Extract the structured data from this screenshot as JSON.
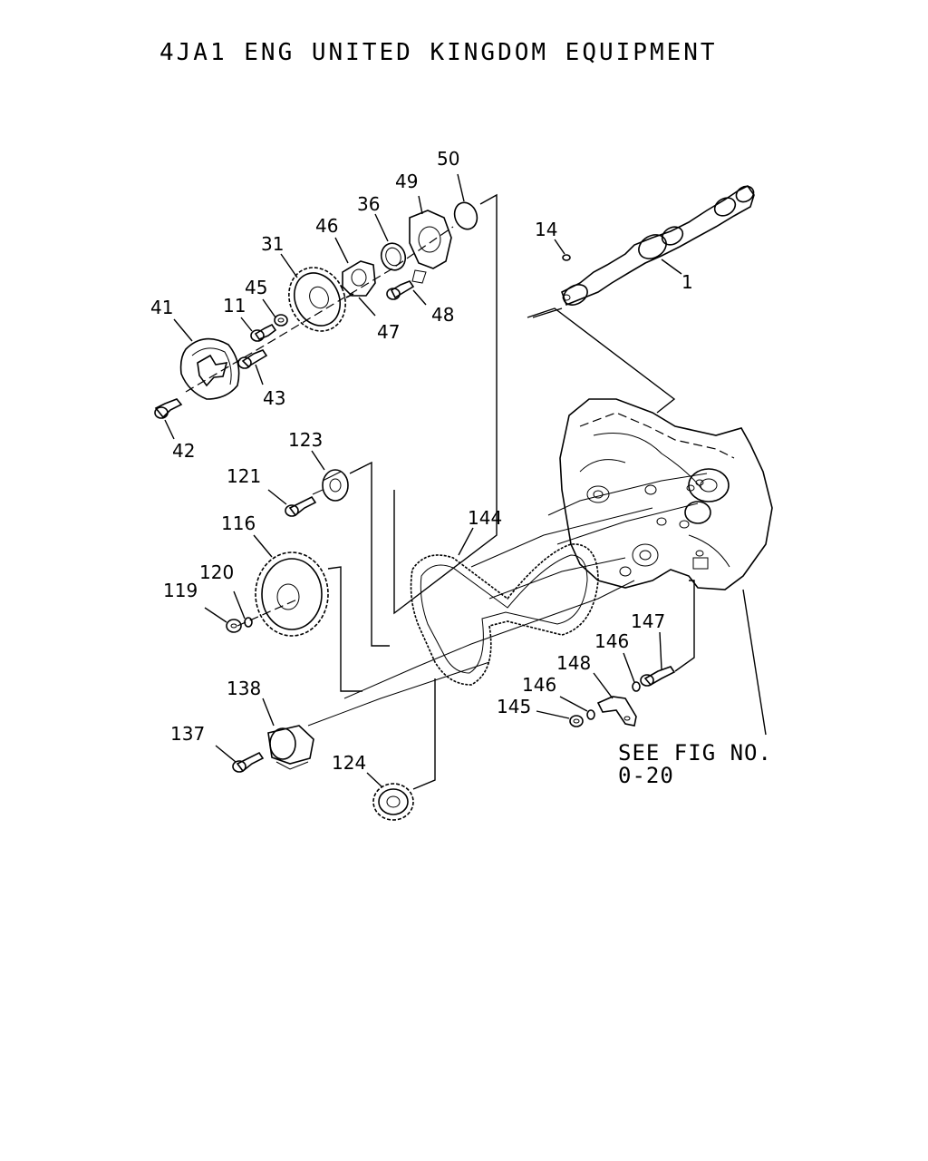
{
  "title": "4JA1 ENG UNITED KINGDOM EQUIPMENT",
  "reference": {
    "line1": "SEE FIG NO.",
    "line2": "0-20"
  },
  "callouts": [
    {
      "id": "callout-50",
      "text": "50"
    },
    {
      "id": "callout-49",
      "text": "49"
    },
    {
      "id": "callout-36",
      "text": "36"
    },
    {
      "id": "callout-46",
      "text": "46"
    },
    {
      "id": "callout-31",
      "text": "31"
    },
    {
      "id": "callout-45",
      "text": "45"
    },
    {
      "id": "callout-11",
      "text": "11"
    },
    {
      "id": "callout-41",
      "text": "41"
    },
    {
      "id": "callout-47",
      "text": "47"
    },
    {
      "id": "callout-48",
      "text": "48"
    },
    {
      "id": "callout-43",
      "text": "43"
    },
    {
      "id": "callout-42",
      "text": "42"
    },
    {
      "id": "callout-14",
      "text": "14"
    },
    {
      "id": "callout-1",
      "text": "1"
    },
    {
      "id": "callout-123",
      "text": "123"
    },
    {
      "id": "callout-121",
      "text": "121"
    },
    {
      "id": "callout-116",
      "text": "116"
    },
    {
      "id": "callout-144",
      "text": "144"
    },
    {
      "id": "callout-120",
      "text": "120"
    },
    {
      "id": "callout-119",
      "text": "119"
    },
    {
      "id": "callout-147",
      "text": "147"
    },
    {
      "id": "callout-146a",
      "text": "146"
    },
    {
      "id": "callout-148",
      "text": "148"
    },
    {
      "id": "callout-146b",
      "text": "146"
    },
    {
      "id": "callout-145",
      "text": "145"
    },
    {
      "id": "callout-138",
      "text": "138"
    },
    {
      "id": "callout-137",
      "text": "137"
    },
    {
      "id": "callout-124",
      "text": "124"
    }
  ]
}
